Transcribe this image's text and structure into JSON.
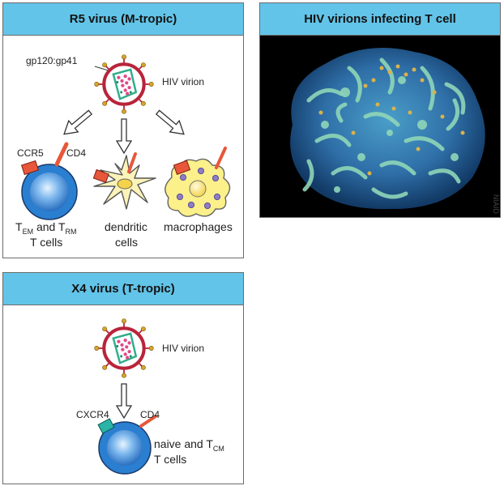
{
  "r5_panel": {
    "title": "R5 virus (M-tropic)",
    "gp_label": "gp120:gp41",
    "virion_label": "HIV virion",
    "ccr5_label": "CCR5",
    "cd4_label": "CD4",
    "tem_line1": "T",
    "tem_sub1": "EM",
    "tem_and": " and T",
    "tem_sub2": "RM",
    "tem_line2": "T cells",
    "dendritic_line1": "dendritic",
    "dendritic_line2": "cells",
    "macrophages_label": "macrophages"
  },
  "x4_panel": {
    "title": "X4 virus (T-tropic)",
    "virion_label": "HIV virion",
    "cxcr4_label": "CXCR4",
    "cd4_label": "CD4",
    "naive_line1": "naive and T",
    "naive_sub": "CM",
    "naive_line2": "T cells"
  },
  "photo_panel": {
    "title": "HIV virions infecting T cell",
    "credit": "NIAID"
  },
  "colors": {
    "header_bg": "#62c4e8",
    "virion_red": "#b8243a",
    "core_green": "#2fae8a",
    "rna_pink": "#e04a8a",
    "tcell_blue": "#2a7fd0",
    "dendritic_yellow": "#fbf3b8",
    "macrophage_yellow": "#fbf08a",
    "ccr5_orange": "#e8573a",
    "cxcr4_teal": "#2ab4a8"
  }
}
